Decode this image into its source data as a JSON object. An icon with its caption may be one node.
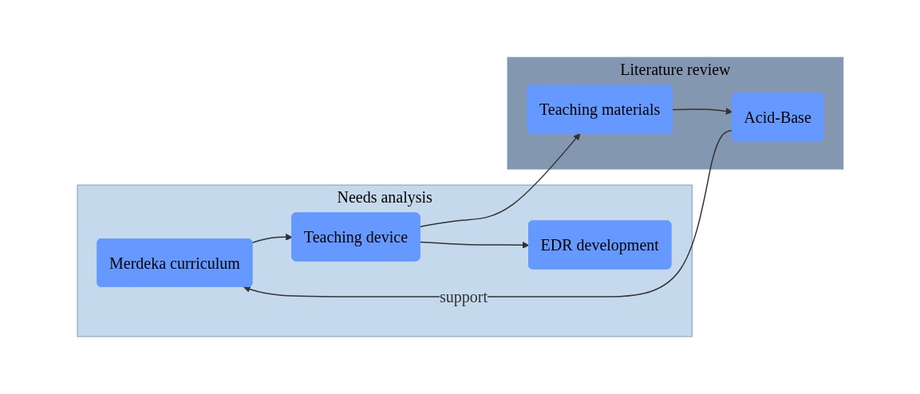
{
  "diagram": {
    "nodes": [
      {
        "text": [
          "Needs analysis"
        ]
      },
      {
        "text": [
          "Literature review"
        ]
      },
      {
        "text": [
          "Merdeka curriculum"
        ],
        "in": 0
      },
      {
        "text": [
          "Teaching device"
        ],
        "in": 0
      },
      {
        "text": [
          "EDR development"
        ],
        "in": 0
      },
      {
        "text": [
          "Teaching materials"
        ],
        "in": 1
      },
      {
        "text": [
          "Acid-Base"
        ],
        "in": 1
      }
    ],
    "edges": [
      {
        "from": 2,
        "to": 3,
        "arrow": "to"
      },
      {
        "from": 3,
        "to": 5,
        "arrow": "to"
      },
      {
        "from": 5,
        "to": 6,
        "arrow": "to"
      },
      {
        "from": 3,
        "to": 4,
        "arrow": "to"
      },
      {
        "from": 6,
        "to": 2,
        "arrow": "to",
        "label": "support"
      }
    ]
  }
}
